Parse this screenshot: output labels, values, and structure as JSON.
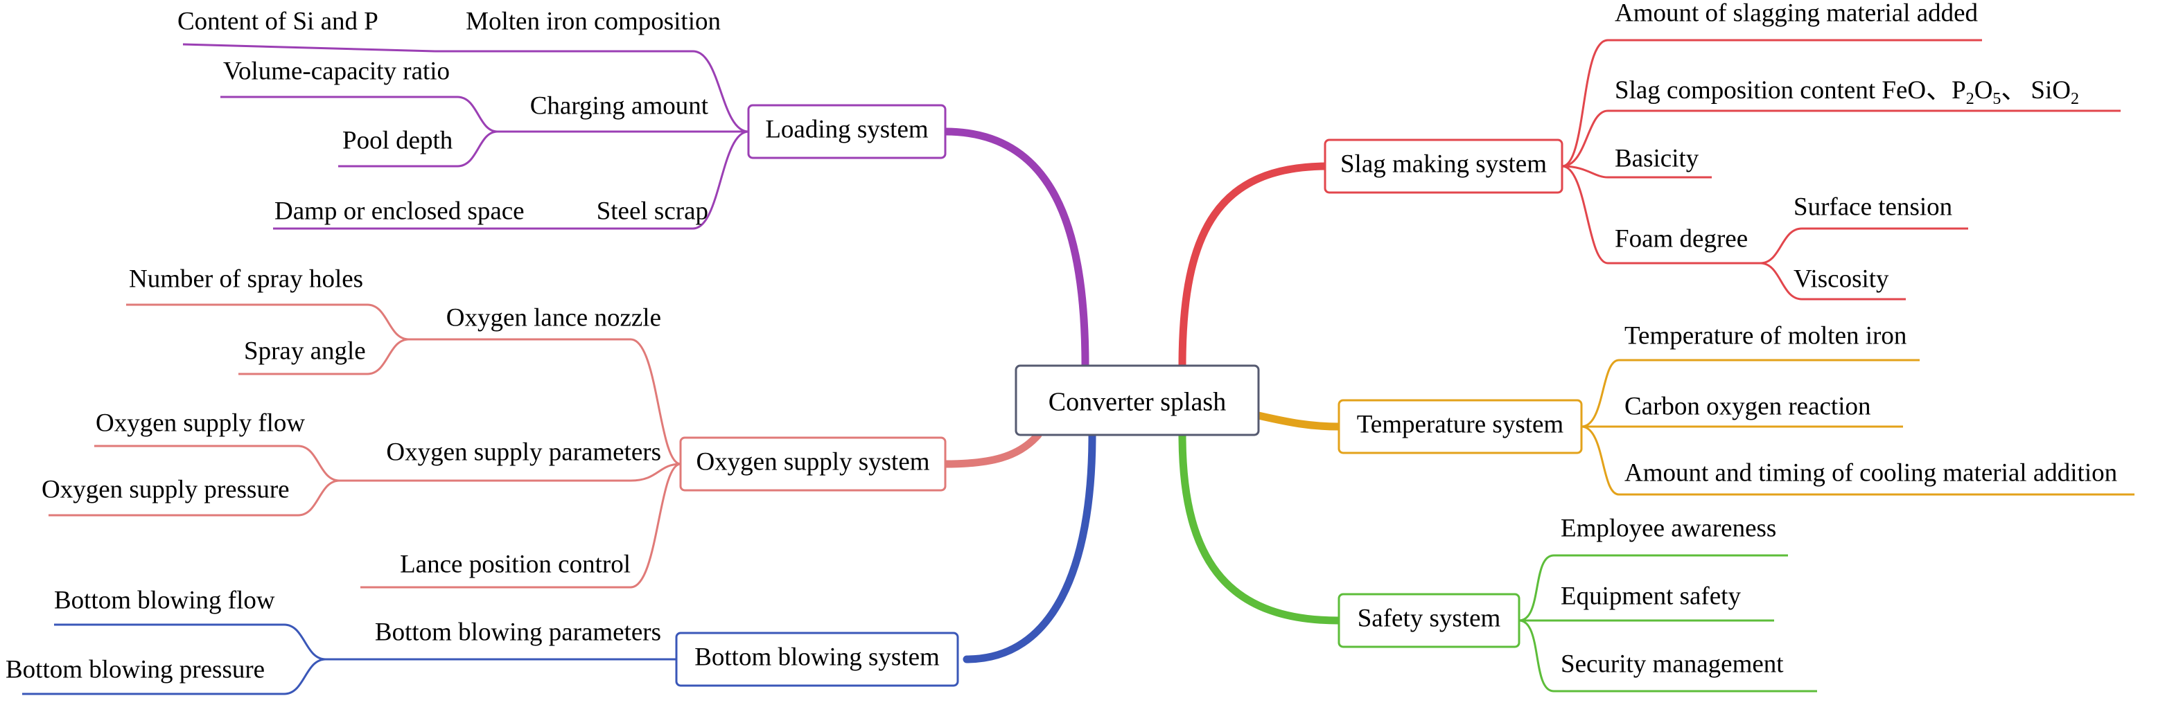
{
  "root": {
    "label": "Converter splash"
  },
  "colors": {
    "loading": "#9b3fb4",
    "oxygen": "#e07a78",
    "bottom": "#3a57b8",
    "slag": "#e2464c",
    "temperature": "#e3a21a",
    "safety": "#5dbd3a"
  },
  "loading": {
    "label": "Loading system",
    "molten_iron": {
      "label": "Molten iron composition",
      "leaf": "Content of Si and P"
    },
    "charging": {
      "label": "Charging amount",
      "leaf1": "Volume-capacity ratio",
      "leaf2": "Pool depth"
    },
    "steel_scrap": {
      "label": "Steel scrap",
      "leaf": "Damp or enclosed space"
    }
  },
  "oxygen": {
    "label": "Oxygen supply system",
    "nozzle": {
      "label": "Oxygen lance nozzle",
      "leaf1": "Number of spray holes",
      "leaf2": "Spray angle"
    },
    "params": {
      "label": "Oxygen supply parameters",
      "leaf1": "Oxygen supply flow",
      "leaf2": "Oxygen supply pressure"
    },
    "lance": {
      "label": "Lance position control"
    }
  },
  "bottom": {
    "label": "Bottom blowing system",
    "params": {
      "label": "Bottom blowing parameters",
      "leaf1": "Bottom blowing flow",
      "leaf2": "Bottom blowing pressure"
    }
  },
  "slag": {
    "label": "Slag making system",
    "amount": "Amount of slagging material added",
    "composition": {
      "prefix": "Slag composition content  FeO",
      "sep": "、",
      "p": "P",
      "p_sub": "2",
      "o": "O",
      "o_sub": "5",
      "si": "SiO",
      "si_sub": "2"
    },
    "basicity": "Basicity",
    "foam": {
      "label": "Foam degree",
      "leaf1": "Surface tension",
      "leaf2": "Viscosity"
    }
  },
  "temperature": {
    "label": "Temperature system",
    "leaf1": "Temperature of molten iron",
    "leaf2": "Carbon oxygen reaction",
    "leaf3": "Amount and timing of cooling material addition"
  },
  "safety": {
    "label": "Safety system",
    "leaf1": "Employee awareness",
    "leaf2": "Equipment safety",
    "leaf3": "Security management"
  }
}
